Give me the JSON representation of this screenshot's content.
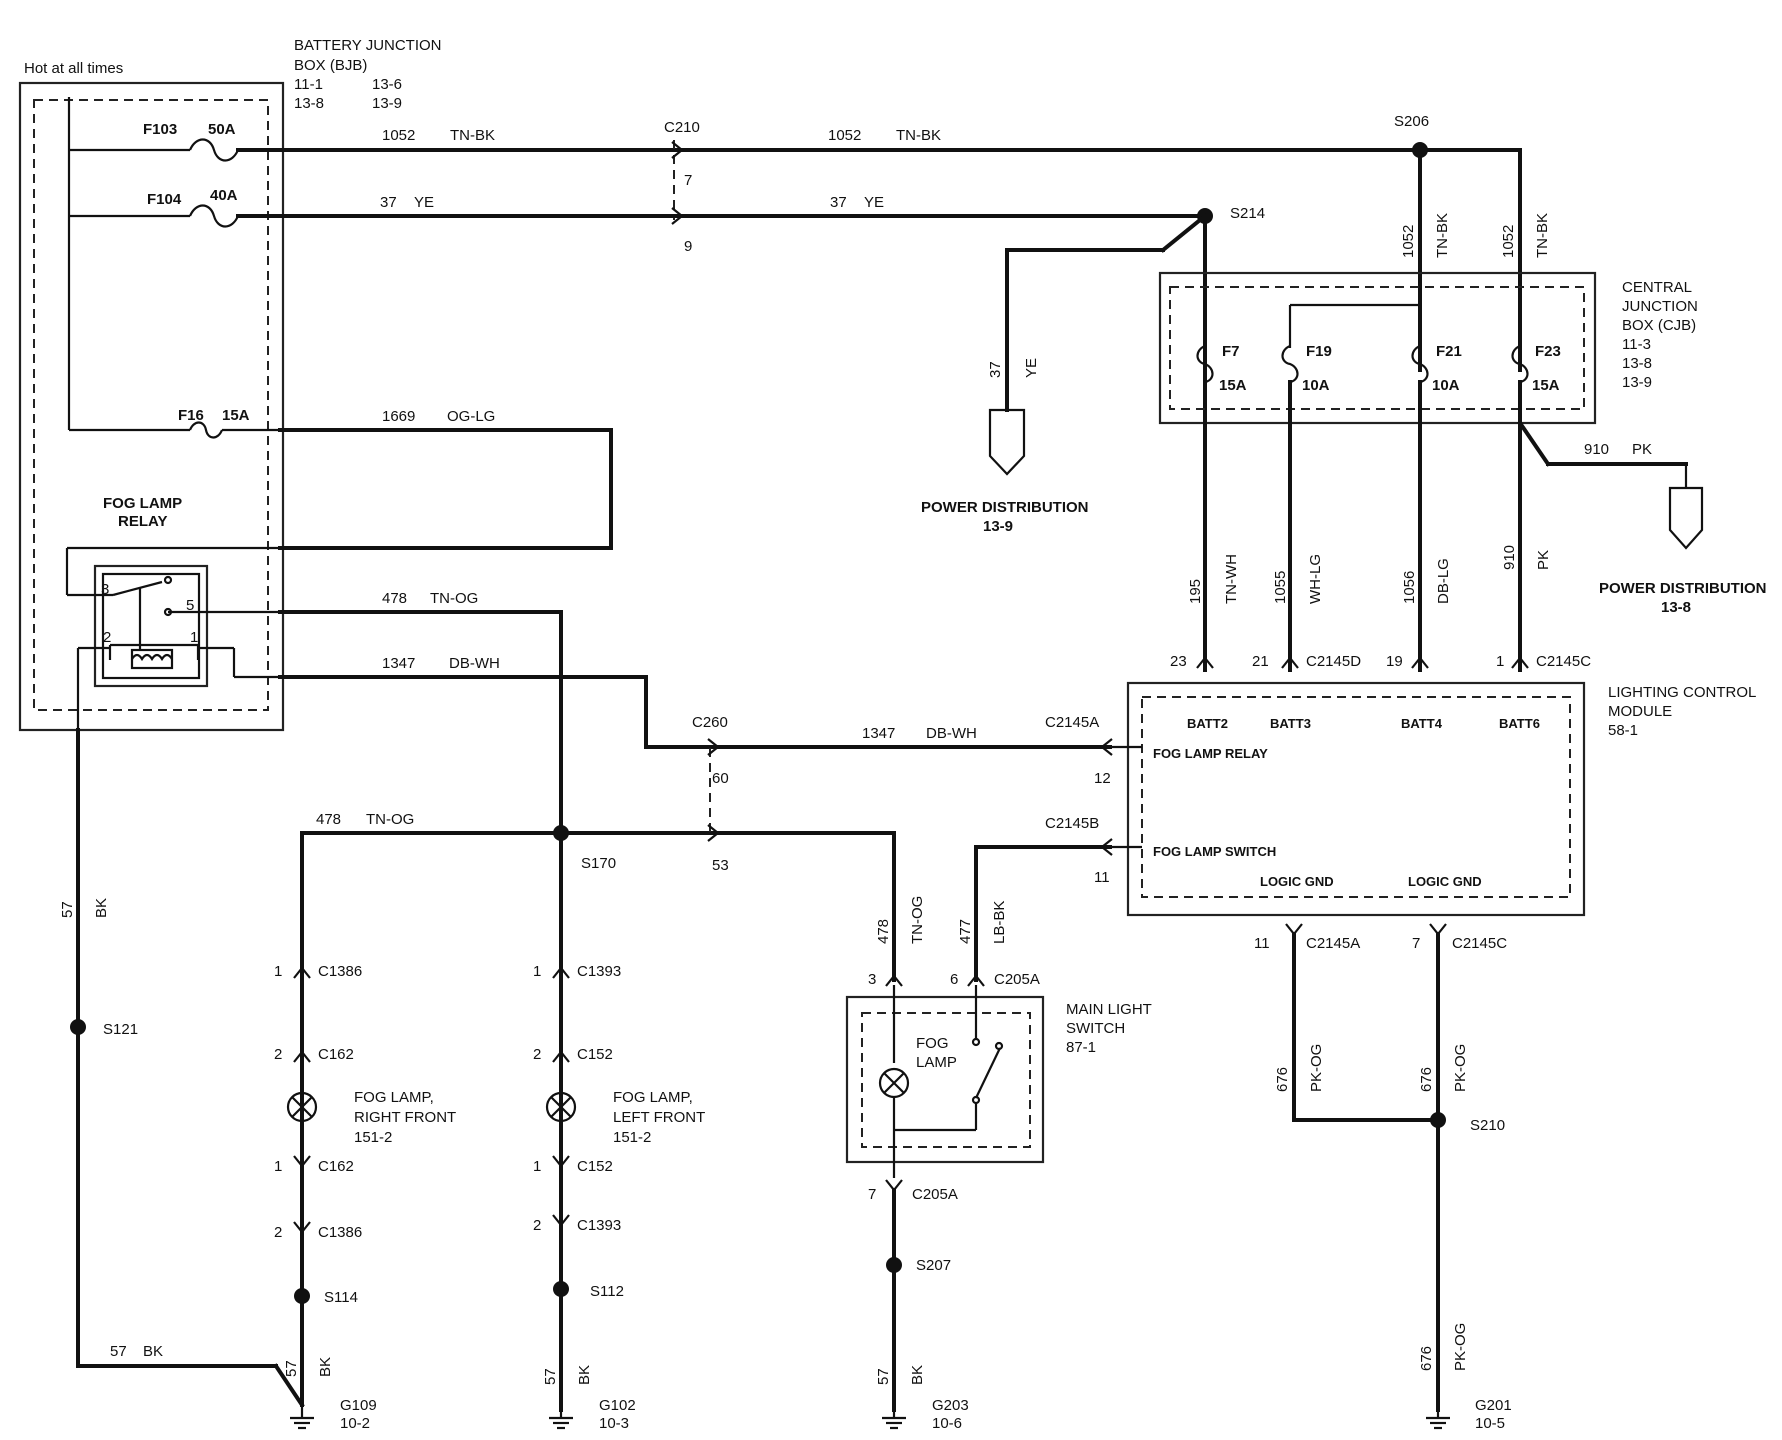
{
  "labels": {
    "hot": "Hot at all times",
    "bjb_title1": "BATTERY  JUNCTION",
    "bjb_title2": "BOX (BJB)",
    "bjb_ref1a": "11-1",
    "bjb_ref1b": "13-6",
    "bjb_ref2a": "13-8",
    "bjb_ref2b": "13-9",
    "f103": "F103",
    "f103a": "50A",
    "f104": "F104",
    "f104a": "40A",
    "f16": "F16",
    "f16a": "15A",
    "relay1": "FOG LAMP",
    "relay2": "RELAY",
    "p3": "3",
    "p5": "5",
    "p2": "2",
    "p1": "1",
    "w1052a": "1052",
    "tnbk_a": "TN-BK",
    "c210": "C210",
    "c210_7": "7",
    "c210_9": "9",
    "w1052b": "1052",
    "tnbk_b": "TN-BK",
    "w37a": "37",
    "ye_a": "YE",
    "w37b": "37",
    "ye_b": "YE",
    "s206": "S206",
    "s214": "S214",
    "w37c": "37",
    "ye_c": "YE",
    "pd1": "POWER DISTRIBUTION",
    "pd1n": "13-9",
    "w1052c": "1052",
    "tnbk_c": "TN-BK",
    "w1052d": "1052",
    "tnbk_d": "TN-BK",
    "cjb1": "CENTRAL",
    "cjb2": "JUNCTION",
    "cjb3": "BOX (CJB)",
    "cjb4": "11-3",
    "cjb5": "13-8",
    "cjb6": "13-9",
    "f7": "F7",
    "f7a": "15A",
    "f19": "F19",
    "f19a": "10A",
    "f21": "F21",
    "f21a": "10A",
    "f23": "F23",
    "f23a": "15A",
    "w910": "910",
    "pk": "PK",
    "pd2": "POWER DISTRIBUTION",
    "pd2n": "13-8",
    "w1669": "1669",
    "oglg": "OG-LG",
    "w478a": "478",
    "tnog_a": "TN-OG",
    "w1347a": "1347",
    "dbwh_a": "DB-WH",
    "c260": "C260",
    "c260_60": "60",
    "c260_53": "53",
    "w1347b": "1347",
    "dbwh_b": "DB-WH",
    "c2145a_top": "C2145A",
    "pin12": "12",
    "c2145b": "C2145B",
    "pin11": "11",
    "w195": "195",
    "tnwh": "TN-WH",
    "w1055": "1055",
    "whlg": "WH-LG",
    "w1056": "1056",
    "dblg": "DB-LG",
    "w910b": "910",
    "pkb": "PK",
    "pin23": "23",
    "pin21": "21",
    "c2145d": "C2145D",
    "pin19": "19",
    "pin1": "1",
    "c2145c_top": "C2145C",
    "lcm1": "LIGHTING  CONTROL",
    "lcm2": "MODULE",
    "lcm3": "58-1",
    "batt2": "BATT2",
    "batt3": "BATT3",
    "batt4": "BATT4",
    "batt6": "BATT6",
    "flr": "FOG LAMP RELAY",
    "fls": "FOG LAMP SWITCH",
    "lg1": "LOGIC GND",
    "lg2": "LOGIC GND",
    "pin11b": "11",
    "c2145a_bot": "C2145A",
    "pin7": "7",
    "c2145c_bot": "C2145C",
    "w676a": "676",
    "pkog_a": "PK-OG",
    "w676b": "676",
    "pkog_b": "PK-OG",
    "s210": "S210",
    "w676c": "676",
    "pkog_c": "PK-OG",
    "g201": "G201",
    "g201n": "10-5",
    "w478b": "478",
    "tnog_b": "TN-OG",
    "s170": "S170",
    "w478c": "478",
    "tnog_c": "TN-OG",
    "w477": "477",
    "lbbk": "LB-BK",
    "pin3": "3",
    "pin6": "6",
    "c205a": "C205A",
    "mls1": "MAIN  LIGHT",
    "mls2": "SWITCH",
    "mls3": "87-1",
    "fog1": "FOG",
    "fog2": "LAMP",
    "pin7b": "7",
    "c205a_b": "C205A",
    "s207": "S207",
    "w57e": "57",
    "bk_e": "BK",
    "g203": "G203",
    "g203n": "10-6",
    "w57a": "57",
    "bk_a": "BK",
    "s121": "S121",
    "w57b": "57",
    "bk_b": "BK",
    "c1386_1": "1",
    "c1386a": "C1386",
    "c162_2": "2",
    "c162a": "C162",
    "rf1": "FOG LAMP,",
    "rf2": "RIGHT FRONT",
    "rf3": "151-2",
    "c162_1": "1",
    "c162b": "C162",
    "c1386_2": "2",
    "c1386b": "C1386",
    "s114": "S114",
    "w57c": "57",
    "bk_c": "BK",
    "g109": "G109",
    "g109n": "10-2",
    "c1393_1": "1",
    "c1393a": "C1393",
    "c152_2": "2",
    "c152a": "C152",
    "lf1": "FOG LAMP,",
    "lf2": "LEFT FRONT",
    "lf3": "151-2",
    "c152_1": "1",
    "c152b": "C152",
    "c1393_2": "2",
    "c1393b": "C1393",
    "s112": "S112",
    "w57d": "57",
    "bk_d": "BK",
    "g102": "G102",
    "g102n": "10-3"
  }
}
